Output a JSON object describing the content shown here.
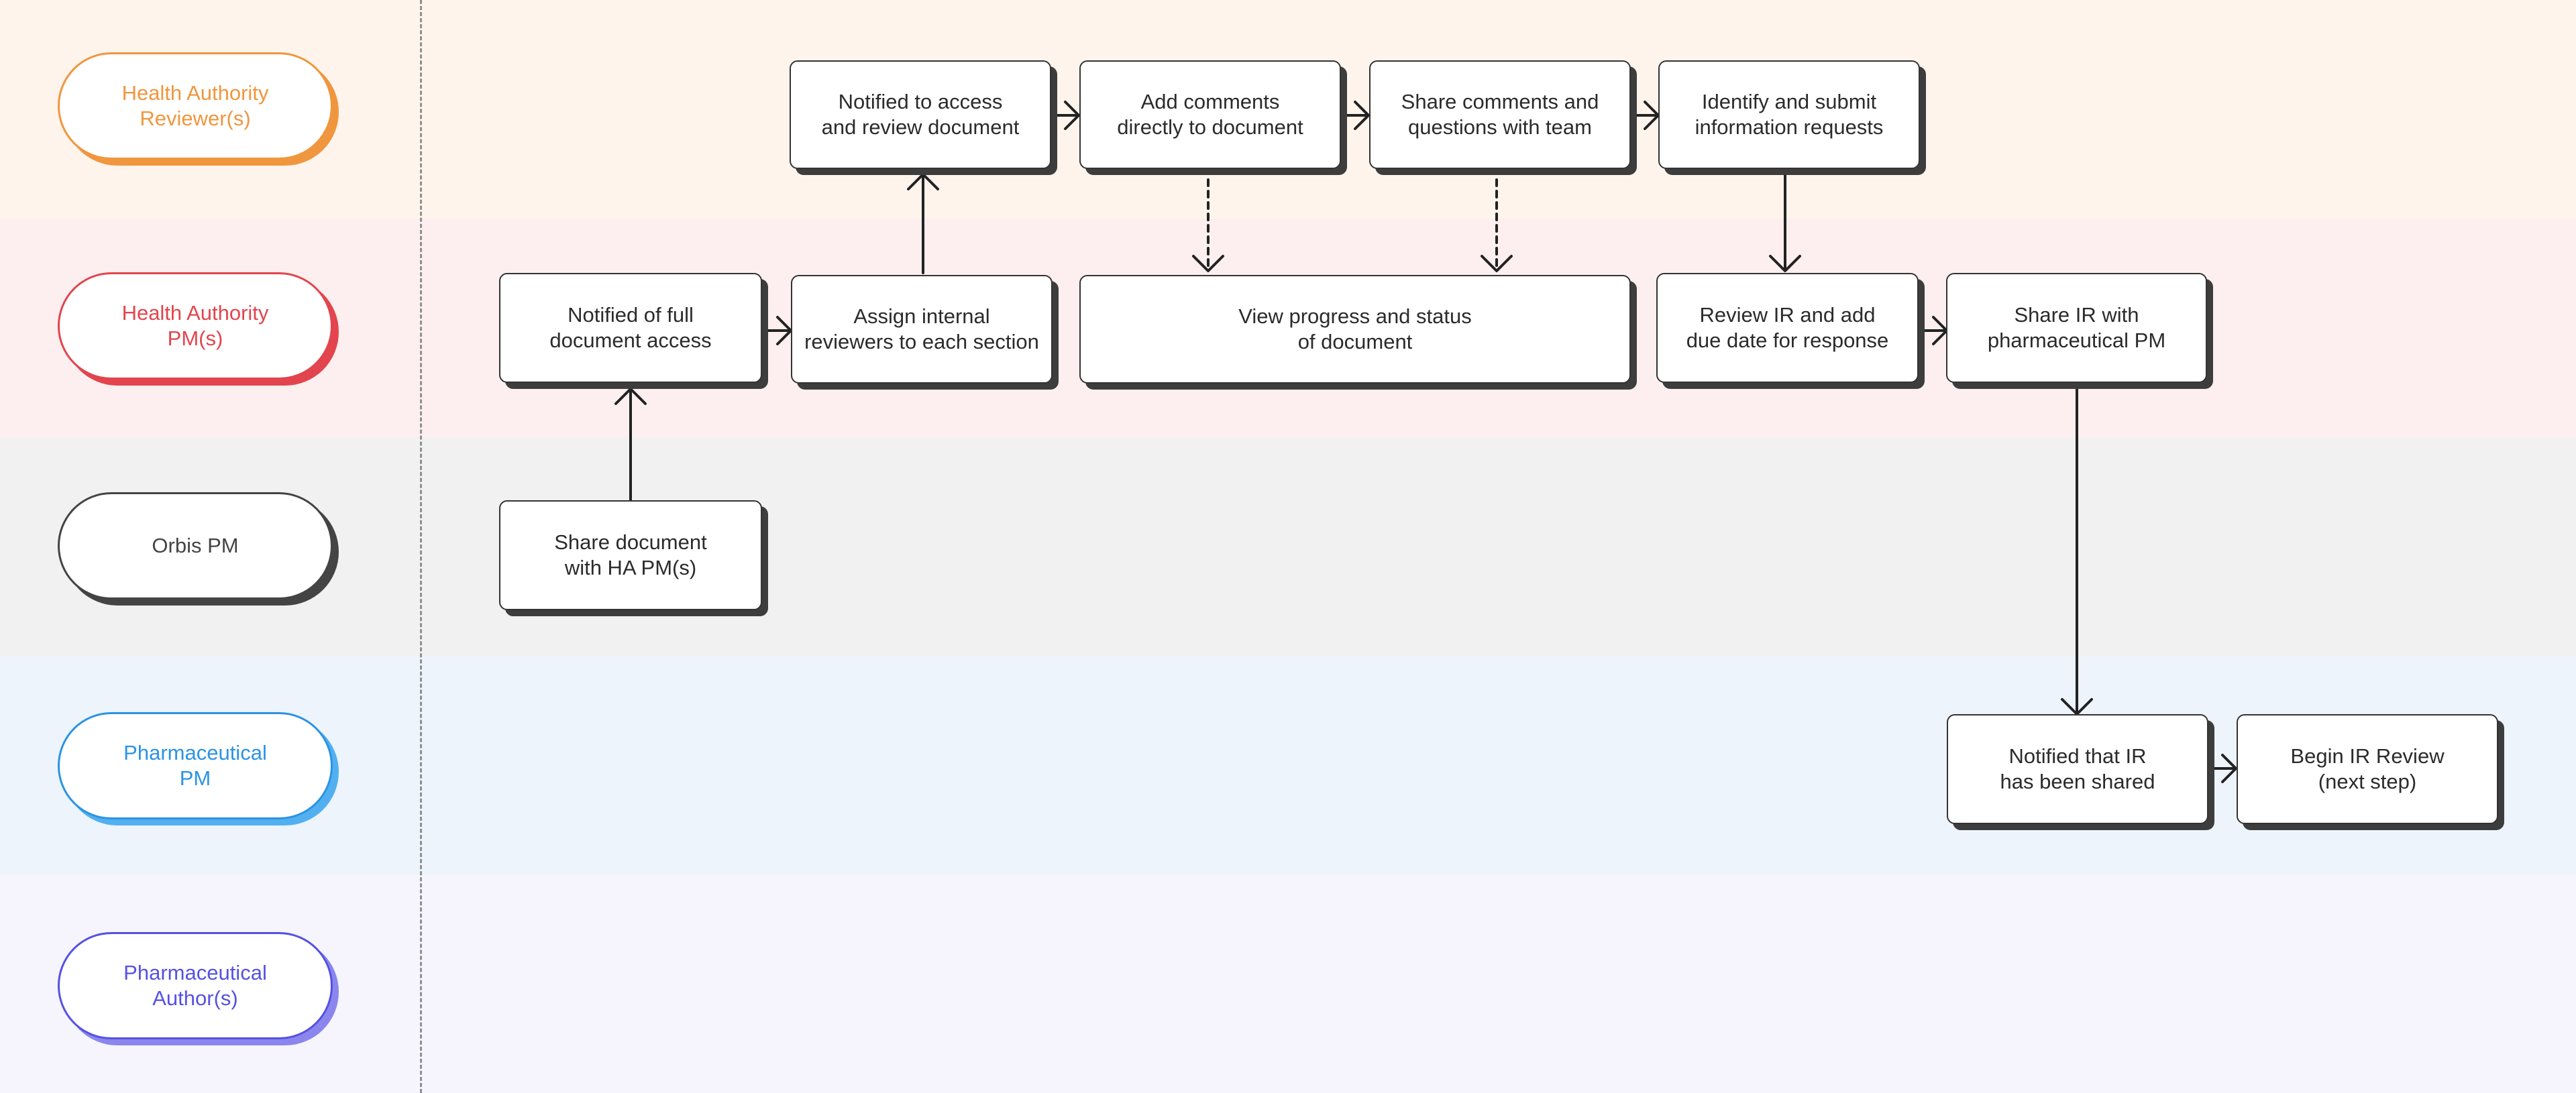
{
  "lanes": [
    {
      "label": "Health Authority\nReviewer(s)",
      "color": "#f0963e"
    },
    {
      "label": "Health Authority\nPM(s)",
      "color": "#e2454d"
    },
    {
      "label": "Orbis PM",
      "color": "#444444"
    },
    {
      "label": "Pharmaceutical\nPM",
      "color": "#2b93e3"
    },
    {
      "label": "Pharmaceutical\nAuthor(s)",
      "color": "#5551e2"
    }
  ],
  "steps": {
    "notified_access": "Notified to access\nand review document",
    "add_comments": "Add comments\ndirectly to document",
    "share_comments": "Share comments and\nquestions with team",
    "identify_submit": "Identify and submit\ninformation requests",
    "notified_full": "Notified of full\ndocument access",
    "assign_reviewers": "Assign internal\nreviewers to each section",
    "view_progress": "View progress and status\nof document",
    "review_ir": "Review IR and add\ndue date for response",
    "share_ir": "Share IR with\npharmaceutical PM",
    "share_document": "Share document\nwith HA PM(s)",
    "notified_ir": "Notified that IR\nhas been shared",
    "begin_ir": "Begin IR Review\n(next step)"
  }
}
